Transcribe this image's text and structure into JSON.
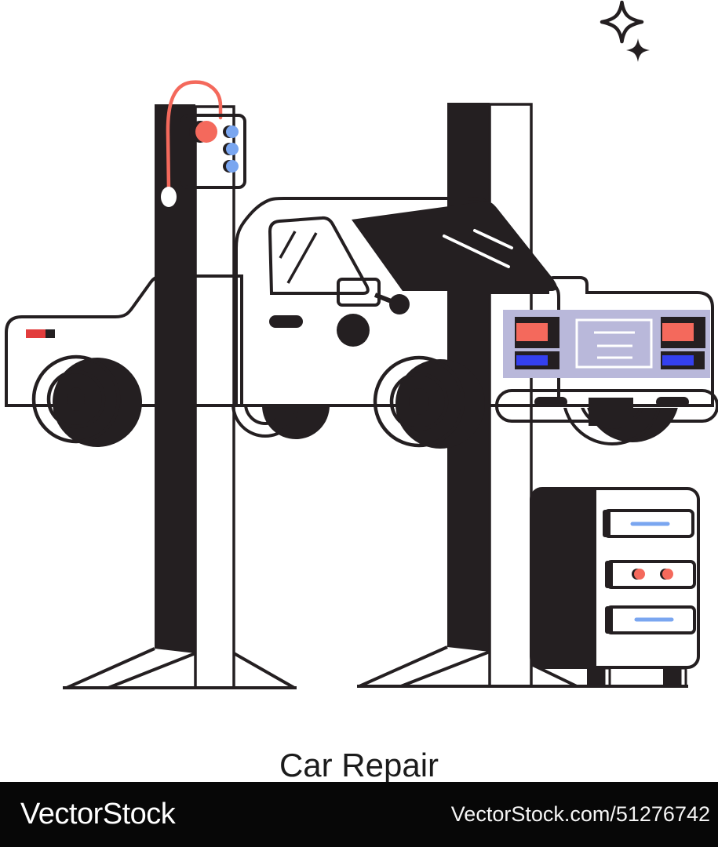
{
  "caption": {
    "text": "Car Repair"
  },
  "watermark": {
    "brand": "VectorStock",
    "url": "VectorStock.com/51276742"
  },
  "colors": {
    "ink": "#241f21",
    "coral": "#f4695c",
    "bright_red": "#e23c3c",
    "blue": "#3440ef",
    "light_blue": "#7aa6f0",
    "lavender": "#b9b8da",
    "paper": "#ffffff",
    "bar_bg": "#070707",
    "caption_text": "#1b1b1b"
  },
  "illustration": {
    "subject": "pickup truck raised on a two-post car lift in a repair shop",
    "elements": [
      "sparkle-large-icon",
      "sparkle-small-icon",
      "left-lift-post",
      "right-lift-post",
      "lift-control-box",
      "control-cable",
      "pickup-truck",
      "truck-bed",
      "truck-cab",
      "windshield-glass",
      "side-window",
      "side-mirror",
      "rear-light-panel",
      "license-plate",
      "bumper",
      "tow-hitch",
      "wheels",
      "tool-cabinet",
      "cabinet-drawers"
    ]
  }
}
